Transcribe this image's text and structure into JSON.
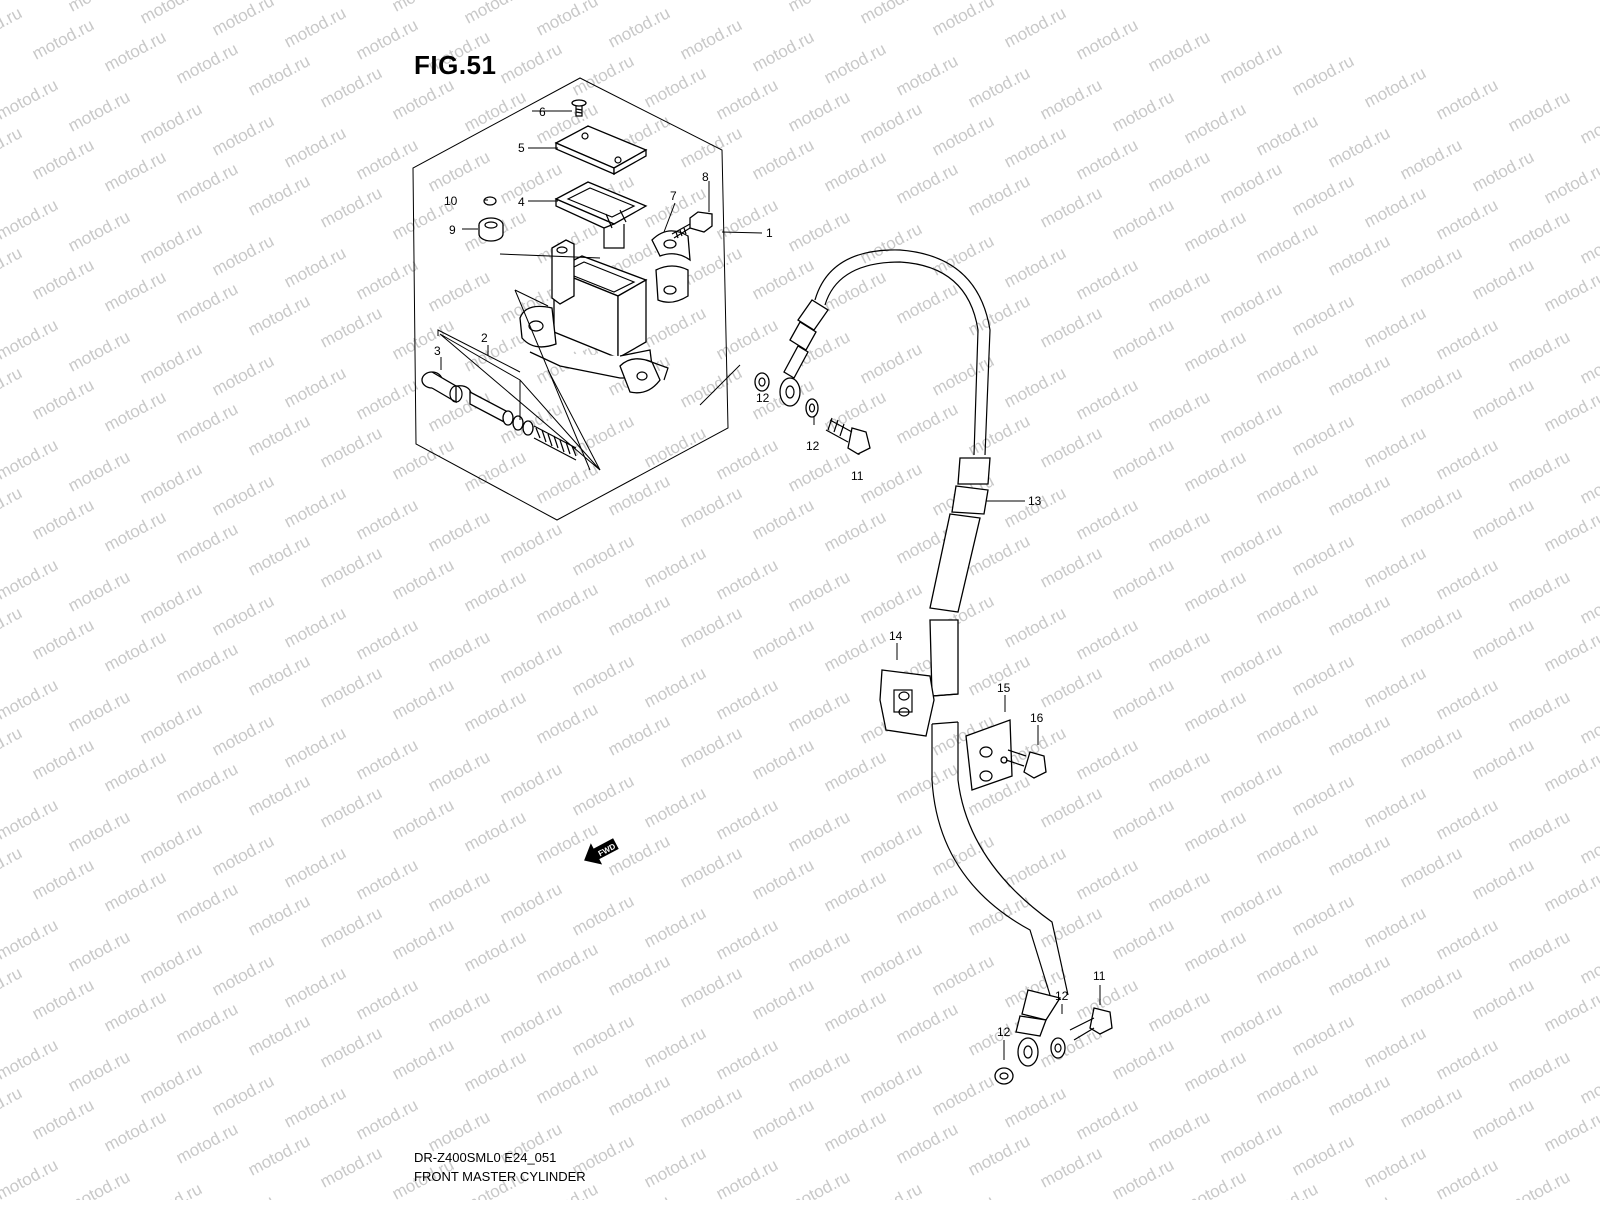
{
  "figure": {
    "title": "FIG.51",
    "model_code": "DR-Z400SML0 E24_051",
    "name": "FRONT MASTER CYLINDER"
  },
  "watermark": {
    "text": "motod.ru",
    "color": "#c8c8c8"
  },
  "fwd_label": "FWD",
  "callouts": [
    "1",
    "2",
    "3",
    "4",
    "5",
    "6",
    "7",
    "8",
    "9",
    "10",
    "12",
    "12",
    "11",
    "13",
    "14",
    "15",
    "16",
    "11",
    "12",
    "12"
  ],
  "colors": {
    "line": "#000000",
    "background": "#ffffff"
  }
}
